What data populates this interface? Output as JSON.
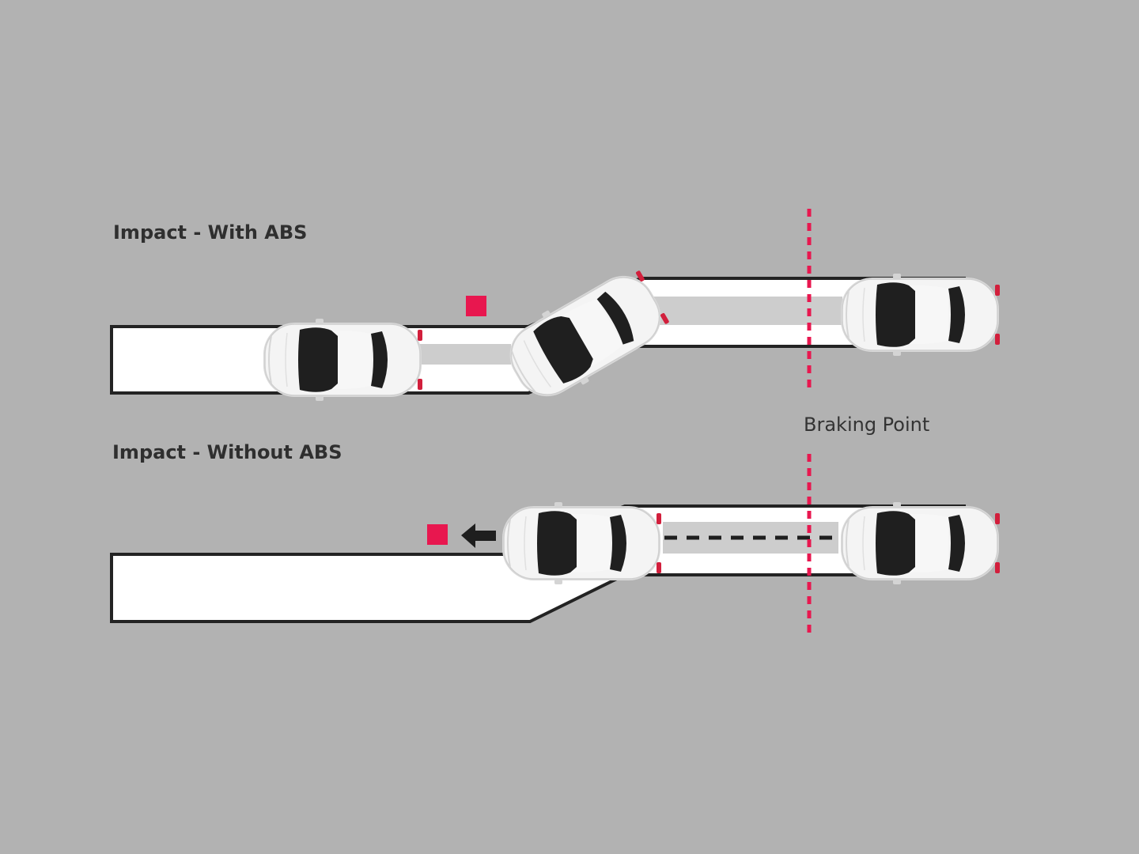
{
  "labels": {
    "with_abs": "Impact - With ABS",
    "without_abs": "Impact - Without ABS",
    "braking_point": "Braking Point"
  },
  "colors": {
    "background": "#b2b2b2",
    "road_fill": "#ffffff",
    "road_edge": "#232323",
    "skid_shade": "#cdcdcd",
    "obstacle": "#e8174f",
    "braking_line": "#e8174f",
    "arrow": "#1e1e1e",
    "car_body": "#f4f4f4",
    "car_glass": "#1f1f1f",
    "tail_light": "#d21f3c"
  },
  "icons": {
    "car": "car-top-view-icon",
    "obstacle": "obstacle-square-icon",
    "arrow": "arrow-left-icon"
  }
}
